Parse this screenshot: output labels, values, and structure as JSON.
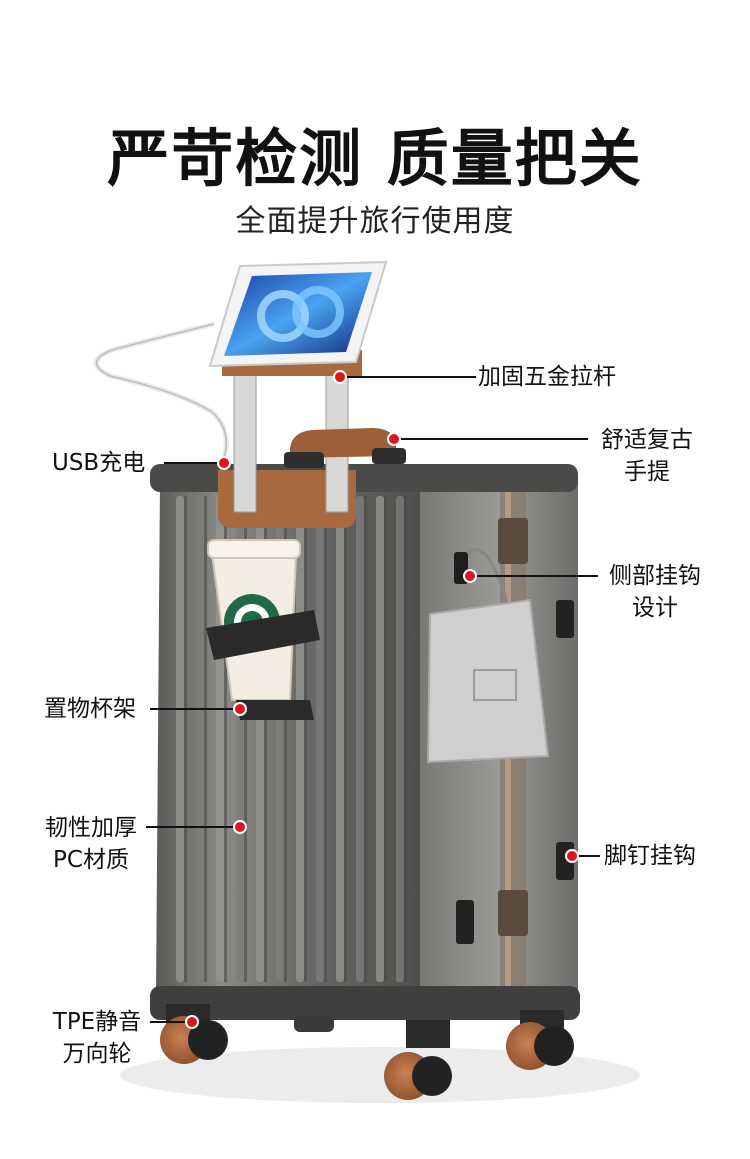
{
  "header": {
    "title": "严苛检测  质量把关",
    "subtitle": "全面提升旅行使用度"
  },
  "callouts": {
    "handle": "加固五金拉杆",
    "top_handle_line1": "舒适复古",
    "top_handle_line2": "手提",
    "usb": "USB充电",
    "side_hook_line1": "侧部挂钩",
    "side_hook_line2": "设计",
    "cup_holder": "置物杯架",
    "pc_shell_line1": "韧性加厚",
    "pc_shell_line2": "PC材质",
    "foot_hook": "脚钉挂钩",
    "wheels_line1": "TPE静音",
    "wheels_line2": "万向轮"
  },
  "colors": {
    "marker": "#e0141e",
    "shell": "#6e6e6c",
    "accent_brown": "#a8693f",
    "wheel": "#b06a3c"
  },
  "icons": [
    "tablet-icon",
    "coffee-cup-icon",
    "shopping-bag-icon",
    "usb-cable-icon"
  ]
}
